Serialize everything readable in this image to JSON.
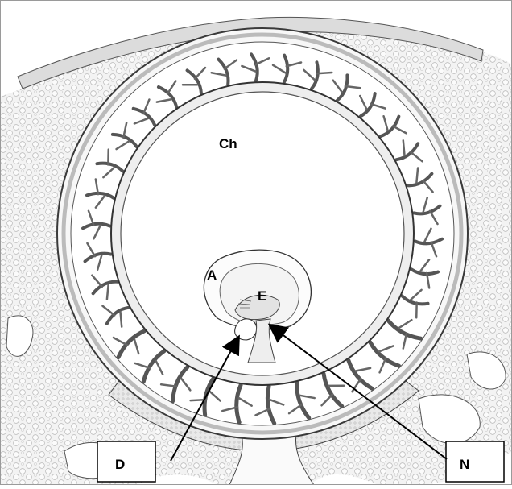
{
  "diagram": {
    "labels": {
      "chorion": "Ch",
      "amnion": "A",
      "embryo": "E",
      "pointer_d": "D",
      "pointer_n": "N"
    },
    "colors": {
      "line": "#3a3a3a",
      "tissue_fill": "#f1f1f1",
      "cell_stroke": "#b9b9b9",
      "background": "#ffffff"
    }
  }
}
